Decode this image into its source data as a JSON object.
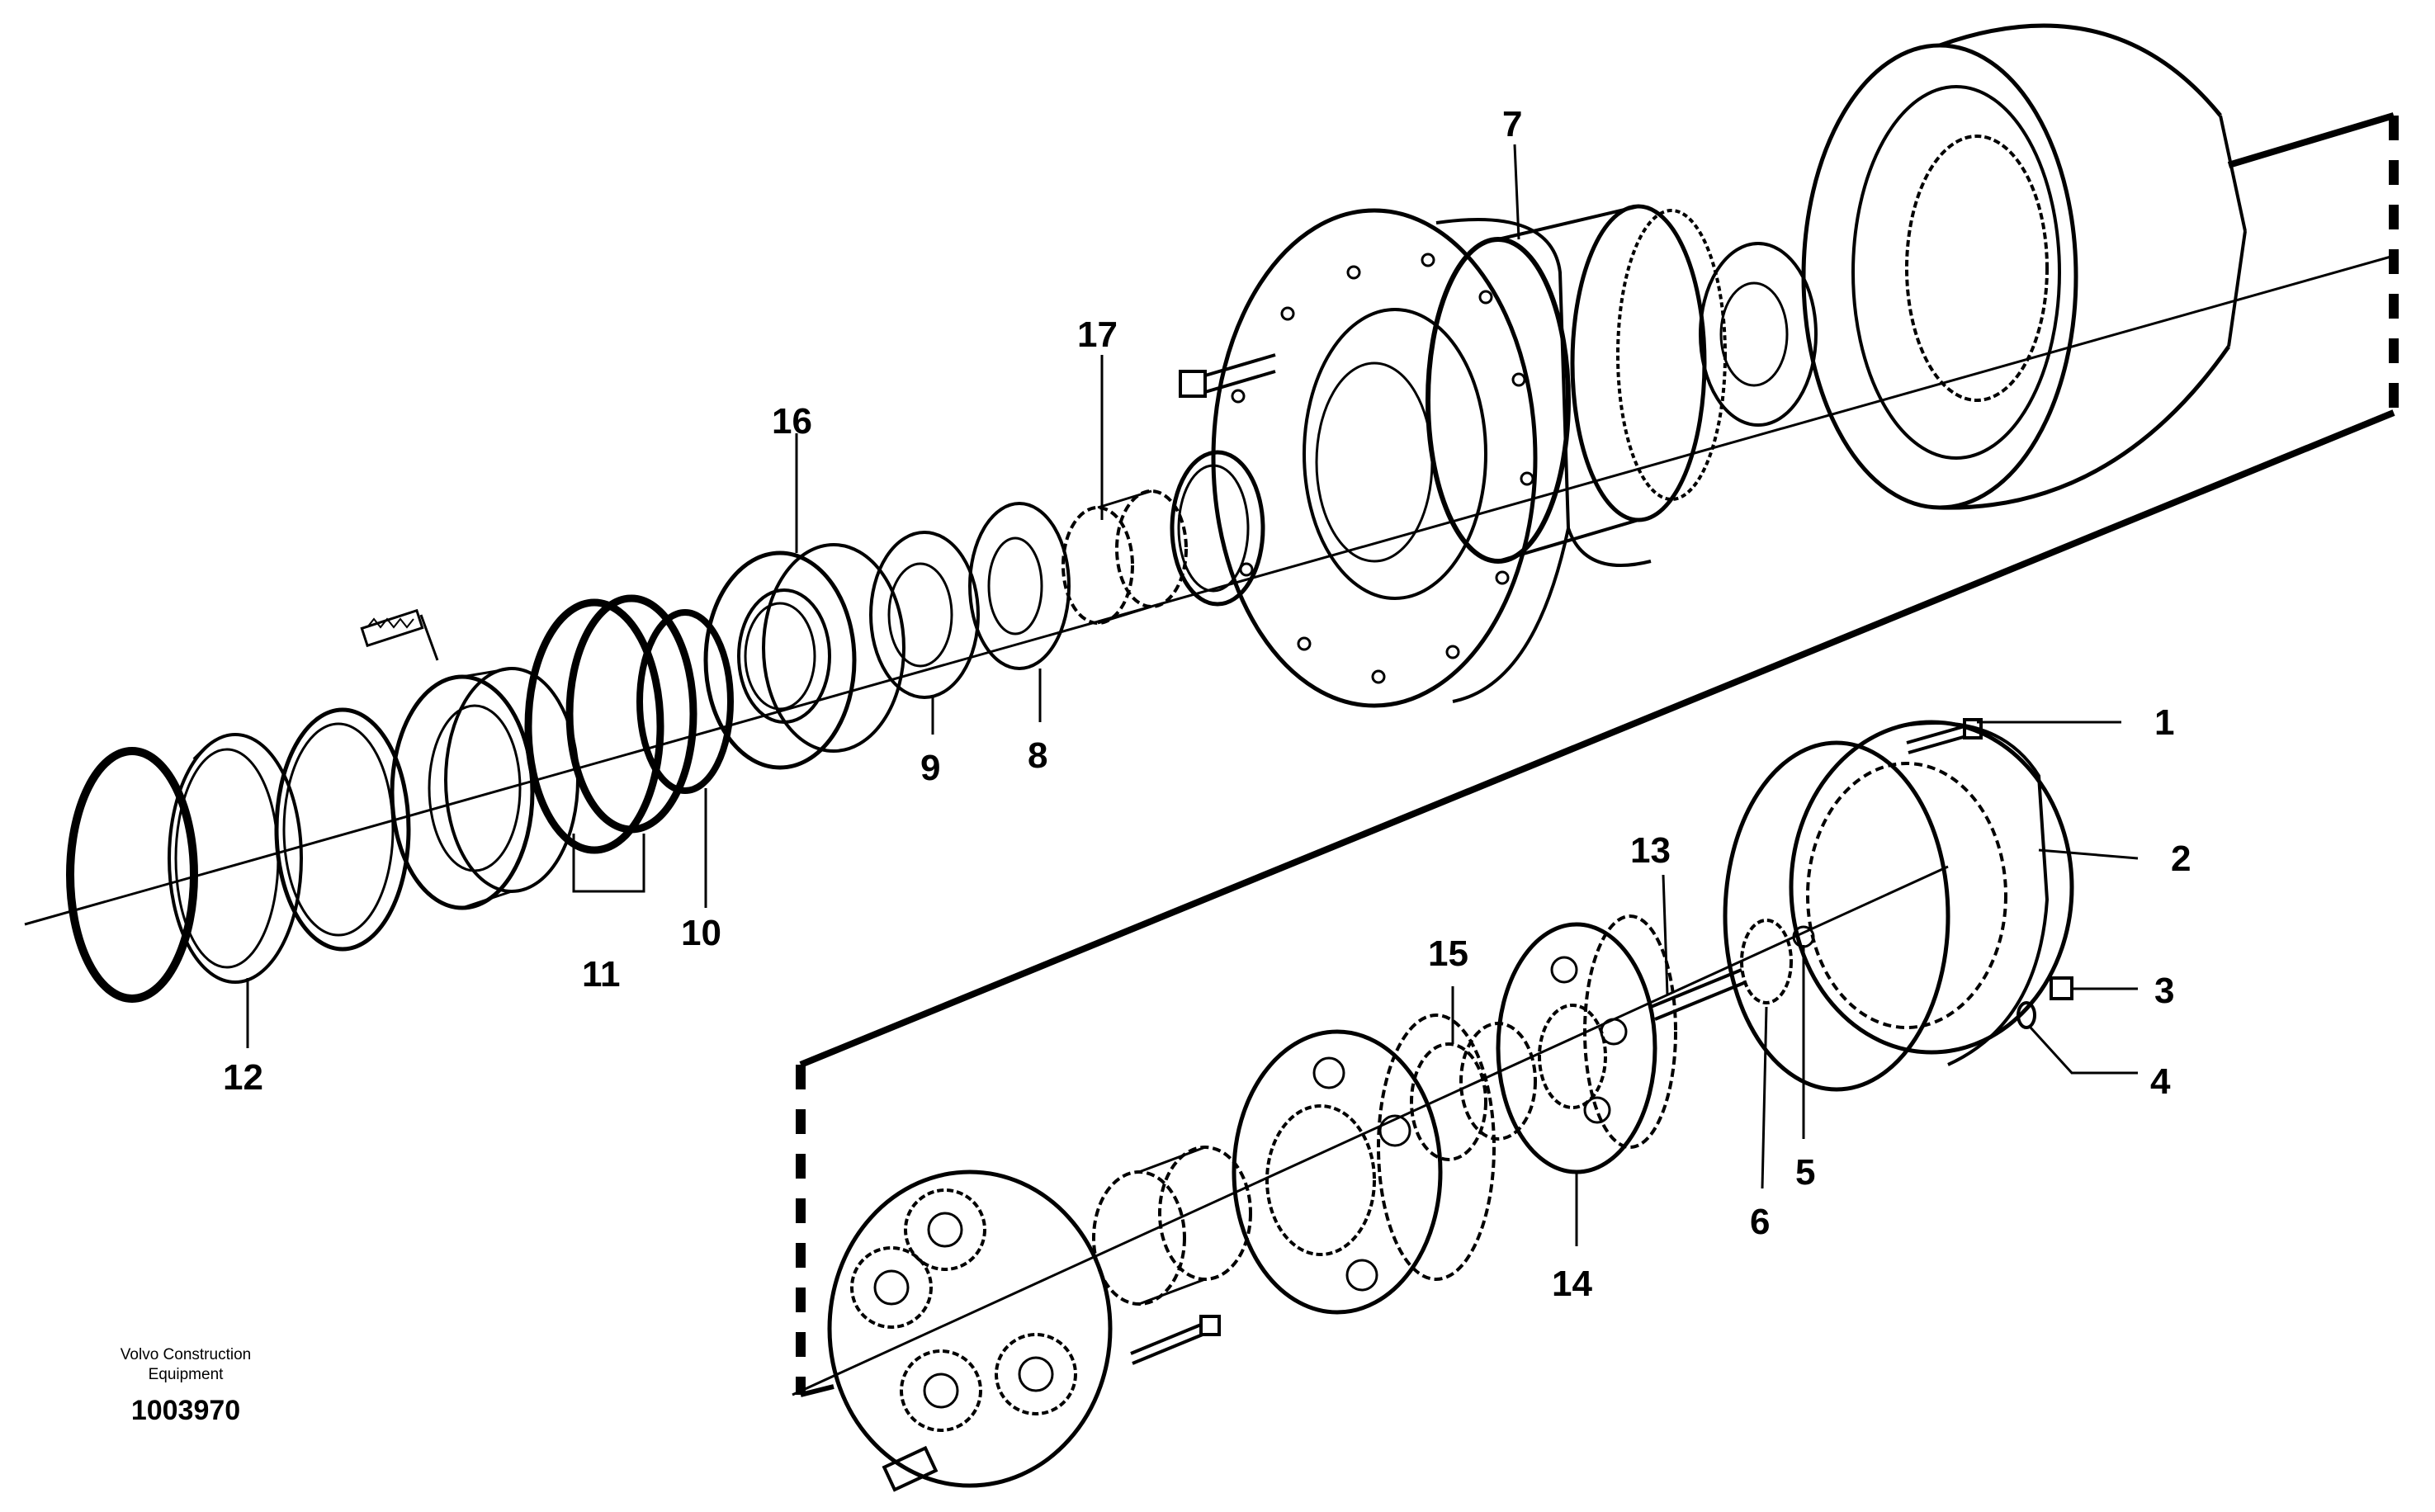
{
  "diagram": {
    "line_color": "#000000",
    "background": "#ffffff",
    "callouts": [
      "1",
      "2",
      "3",
      "4",
      "5",
      "6",
      "7",
      "8",
      "9",
      "10",
      "11",
      "12",
      "13",
      "14",
      "15",
      "16",
      "17"
    ]
  },
  "credit": {
    "line1": "Volvo Construction",
    "line2": "Equipment",
    "reference": "1003970"
  }
}
